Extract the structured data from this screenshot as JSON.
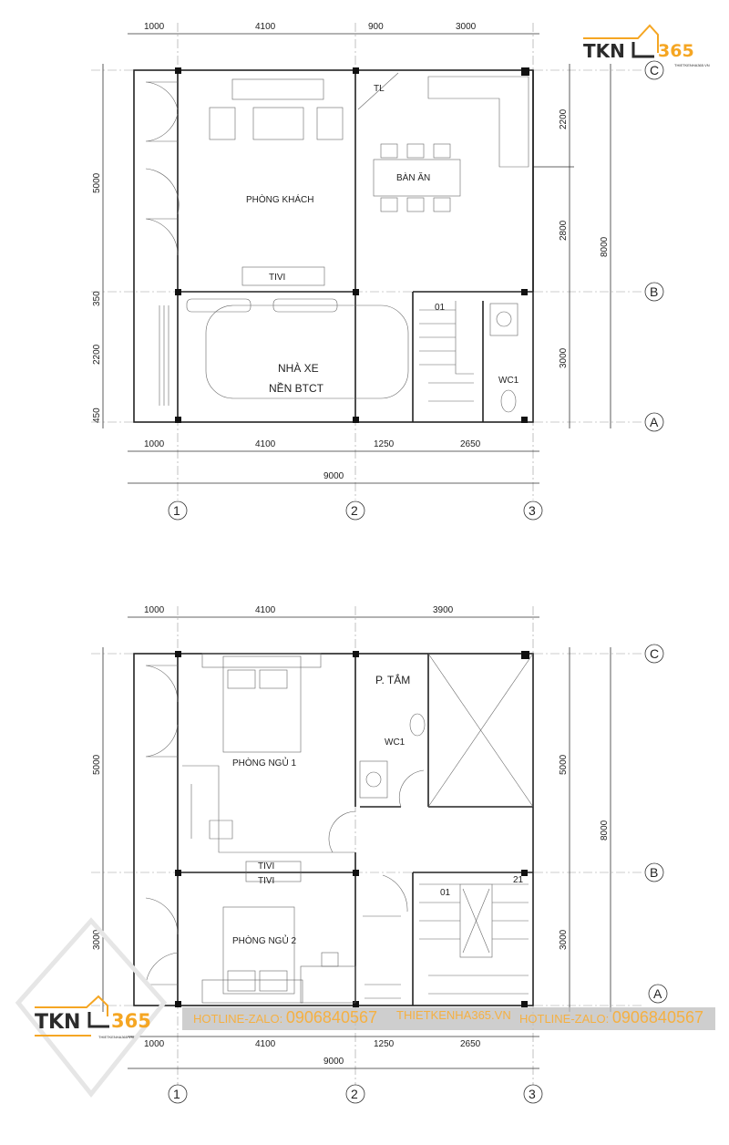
{
  "logo": {
    "brand": "TKN",
    "number": "365",
    "site": "THIETKENHA365.VN",
    "brand_color": "#2b2b2b",
    "accent_color": "#f5a623"
  },
  "watermark": {
    "hotline_label": "HOTLINE-ZALO:",
    "hotline_number": "0906840567",
    "website": "THIETKENHA365.VN"
  },
  "axes": {
    "cols": [
      "1",
      "2",
      "3"
    ],
    "rows": [
      "C",
      "B",
      "A"
    ]
  },
  "plan1": {
    "top_dims": [
      "1000",
      "4100",
      "900",
      "3000"
    ],
    "bottom_dims": [
      "1000",
      "4100",
      "1250",
      "2650"
    ],
    "total_width": "9000",
    "left_dims": [
      "5000",
      "350",
      "2200",
      "450"
    ],
    "right_dims": [
      "2200",
      "2800",
      "3000"
    ],
    "total_depth": "8000",
    "rooms": {
      "living": "PHÒNG KHÁCH",
      "dining": "BÀN ĂN",
      "fridge": "TL",
      "tv": "TIVI",
      "garage": "NHÀ XE",
      "garage_floor": "NỀN BTCT",
      "stair_start": "01",
      "wc": "WC1"
    }
  },
  "plan2": {
    "top_dims": [
      "1000",
      "4100",
      "3900"
    ],
    "bottom_dims": [
      "1000",
      "4100",
      "1250",
      "2650"
    ],
    "total_width": "9000",
    "left_dims": [
      "5000",
      "3000"
    ],
    "right_dims": [
      "5000",
      "3000"
    ],
    "total_depth": "8000",
    "rooms": {
      "bedroom1": "PHÒNG NGỦ 1",
      "bedroom2": "PHÒNG NGỦ 2",
      "bath": "P. TẮM",
      "wc": "WC1",
      "tv1": "TIVI",
      "tv2": "TIVI",
      "stair_start": "01",
      "stair_end": "21"
    }
  }
}
